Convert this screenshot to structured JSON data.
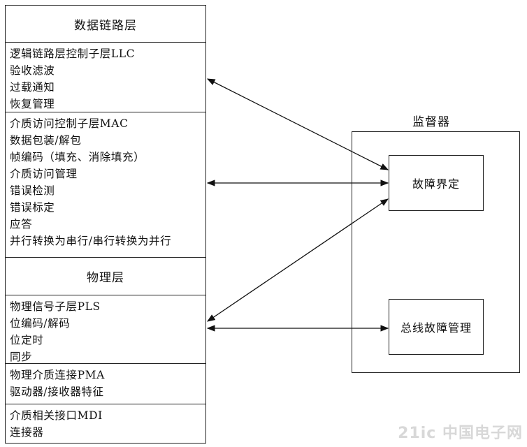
{
  "stack": {
    "data_link_title": "数据链路层",
    "llc_items": [
      "逻辑链路层控制子层LLC",
      "验收滤波",
      "过载通知",
      "恢复管理"
    ],
    "mac_items": [
      "介质访问控制子层MAC",
      "数据包装/解包",
      "帧编码（填充、消除填充）",
      "介质访问管理",
      "错误检测",
      "错误标定",
      "应答",
      "并行转换为串行/串行转换为并行"
    ],
    "physical_title": "物理层",
    "pls_items": [
      "物理信号子层PLS",
      "位编码/解码",
      "位定时",
      "同步"
    ],
    "pma_items": [
      "物理介质连接PMA",
      "驱动器/接收器特征"
    ],
    "mdi_items": [
      "介质相关接口MDI",
      "连接器"
    ]
  },
  "monitor": {
    "label": "监督器",
    "fault_confinement": "故障界定",
    "bus_fault_management": "总线故障管理"
  },
  "watermark": "21ic 中国电子网"
}
